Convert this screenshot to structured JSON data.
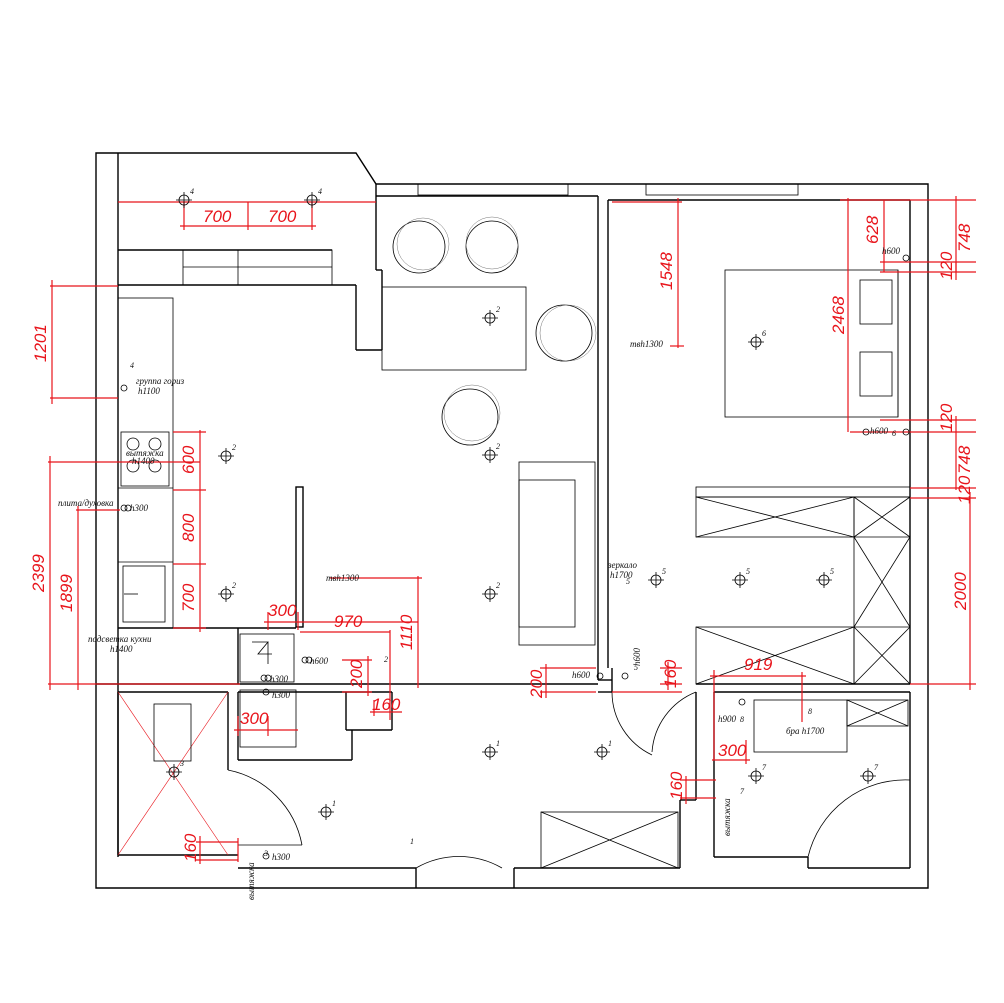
{
  "plan": {
    "dimensions": [
      {
        "id": "top-700-a",
        "text": "700"
      },
      {
        "id": "top-700-b",
        "text": "700"
      },
      {
        "id": "left-1201",
        "text": "1201"
      },
      {
        "id": "left-2399",
        "text": "2399"
      },
      {
        "id": "left-1899",
        "text": "1899"
      },
      {
        "id": "kitchen-600",
        "text": "600"
      },
      {
        "id": "kitchen-800",
        "text": "800"
      },
      {
        "id": "kitchen-700",
        "text": "700"
      },
      {
        "id": "hall-300-a",
        "text": "300"
      },
      {
        "id": "hall-970",
        "text": "970"
      },
      {
        "id": "hall-1110",
        "text": "1110"
      },
      {
        "id": "hall-200",
        "text": "200"
      },
      {
        "id": "hall-160-a",
        "text": "160"
      },
      {
        "id": "bath-300",
        "text": "300"
      },
      {
        "id": "bath-160",
        "text": "160"
      },
      {
        "id": "bed-1548",
        "text": "1548"
      },
      {
        "id": "bed-2468",
        "text": "2468"
      },
      {
        "id": "right-628",
        "text": "628"
      },
      {
        "id": "right-748-a",
        "text": "748"
      },
      {
        "id": "right-120-a",
        "text": "120"
      },
      {
        "id": "right-120-b",
        "text": "120"
      },
      {
        "id": "right-748-b",
        "text": "748"
      },
      {
        "id": "right-120-c",
        "text": "120"
      },
      {
        "id": "right-2000",
        "text": "2000"
      },
      {
        "id": "corridor-200",
        "text": "200"
      },
      {
        "id": "corridor-160",
        "text": "160"
      },
      {
        "id": "dress-919",
        "text": "919"
      },
      {
        "id": "dress-300",
        "text": "300"
      },
      {
        "id": "dress-160",
        "text": "160"
      }
    ],
    "labels": [
      {
        "id": "group-horiz",
        "text": "группа гориз"
      },
      {
        "id": "h1100",
        "text": "h1100"
      },
      {
        "id": "hood",
        "text": "вытяжка"
      },
      {
        "id": "hood-h",
        "text": "h1400"
      },
      {
        "id": "stove",
        "text": "плита/духовка"
      },
      {
        "id": "stove-h",
        "text": "h300"
      },
      {
        "id": "kitchen-light",
        "text": "подсветка кухни"
      },
      {
        "id": "kitchen-light-h",
        "text": "h1400"
      },
      {
        "id": "tv-living",
        "text": "твh1300"
      },
      {
        "id": "tv-bed",
        "text": "твh1300"
      },
      {
        "id": "mirror",
        "text": "зеркало"
      },
      {
        "id": "mirror-h",
        "text": "h1700"
      },
      {
        "id": "h600-hall",
        "text": "h600"
      },
      {
        "id": "h300-hall-a",
        "text": "h300"
      },
      {
        "id": "h300-hall-b",
        "text": "h300"
      },
      {
        "id": "h300-bath",
        "text": "h300"
      },
      {
        "id": "h600-bed-top",
        "text": "h600"
      },
      {
        "id": "h600-bed-bottom",
        "text": "h600"
      },
      {
        "id": "h600-corr",
        "text": "h600"
      },
      {
        "id": "h600-corr-v",
        "text": "h600"
      },
      {
        "id": "h900",
        "text": "h900"
      },
      {
        "id": "sconce",
        "text": "бра h1700"
      },
      {
        "id": "extract-bath",
        "text": "вытяжка"
      },
      {
        "id": "extract-dress",
        "text": "вытяжка"
      }
    ],
    "markers": [
      {
        "id": "m-4a",
        "text": "4"
      },
      {
        "id": "m-4b",
        "text": "4"
      },
      {
        "id": "m-4c",
        "text": "4"
      },
      {
        "id": "m-2a",
        "text": "2"
      },
      {
        "id": "m-2b",
        "text": "2"
      },
      {
        "id": "m-2c",
        "text": "2"
      },
      {
        "id": "m-2d",
        "text": "2"
      },
      {
        "id": "m-2e",
        "text": "2"
      },
      {
        "id": "m-2f",
        "text": "2"
      },
      {
        "id": "m-6a",
        "text": "6"
      },
      {
        "id": "m-6b",
        "text": "6"
      },
      {
        "id": "m-5a",
        "text": "5"
      },
      {
        "id": "m-5b",
        "text": "5"
      },
      {
        "id": "m-5c",
        "text": "5"
      },
      {
        "id": "m-5d",
        "text": "5"
      },
      {
        "id": "m-5e",
        "text": "5"
      },
      {
        "id": "m-3a",
        "text": "3"
      },
      {
        "id": "m-3b",
        "text": "3"
      },
      {
        "id": "m-1a",
        "text": "1"
      },
      {
        "id": "m-1b",
        "text": "1"
      },
      {
        "id": "m-1c",
        "text": "1"
      },
      {
        "id": "m-1d",
        "text": "1"
      },
      {
        "id": "m-7a",
        "text": "7"
      },
      {
        "id": "m-7b",
        "text": "7"
      },
      {
        "id": "m-7c",
        "text": "7"
      },
      {
        "id": "m-8a",
        "text": "8"
      },
      {
        "id": "m-8b",
        "text": "8"
      }
    ],
    "colors": {
      "dimension": "#e8141b",
      "wall": "#000000",
      "background": "#ffffff"
    }
  }
}
